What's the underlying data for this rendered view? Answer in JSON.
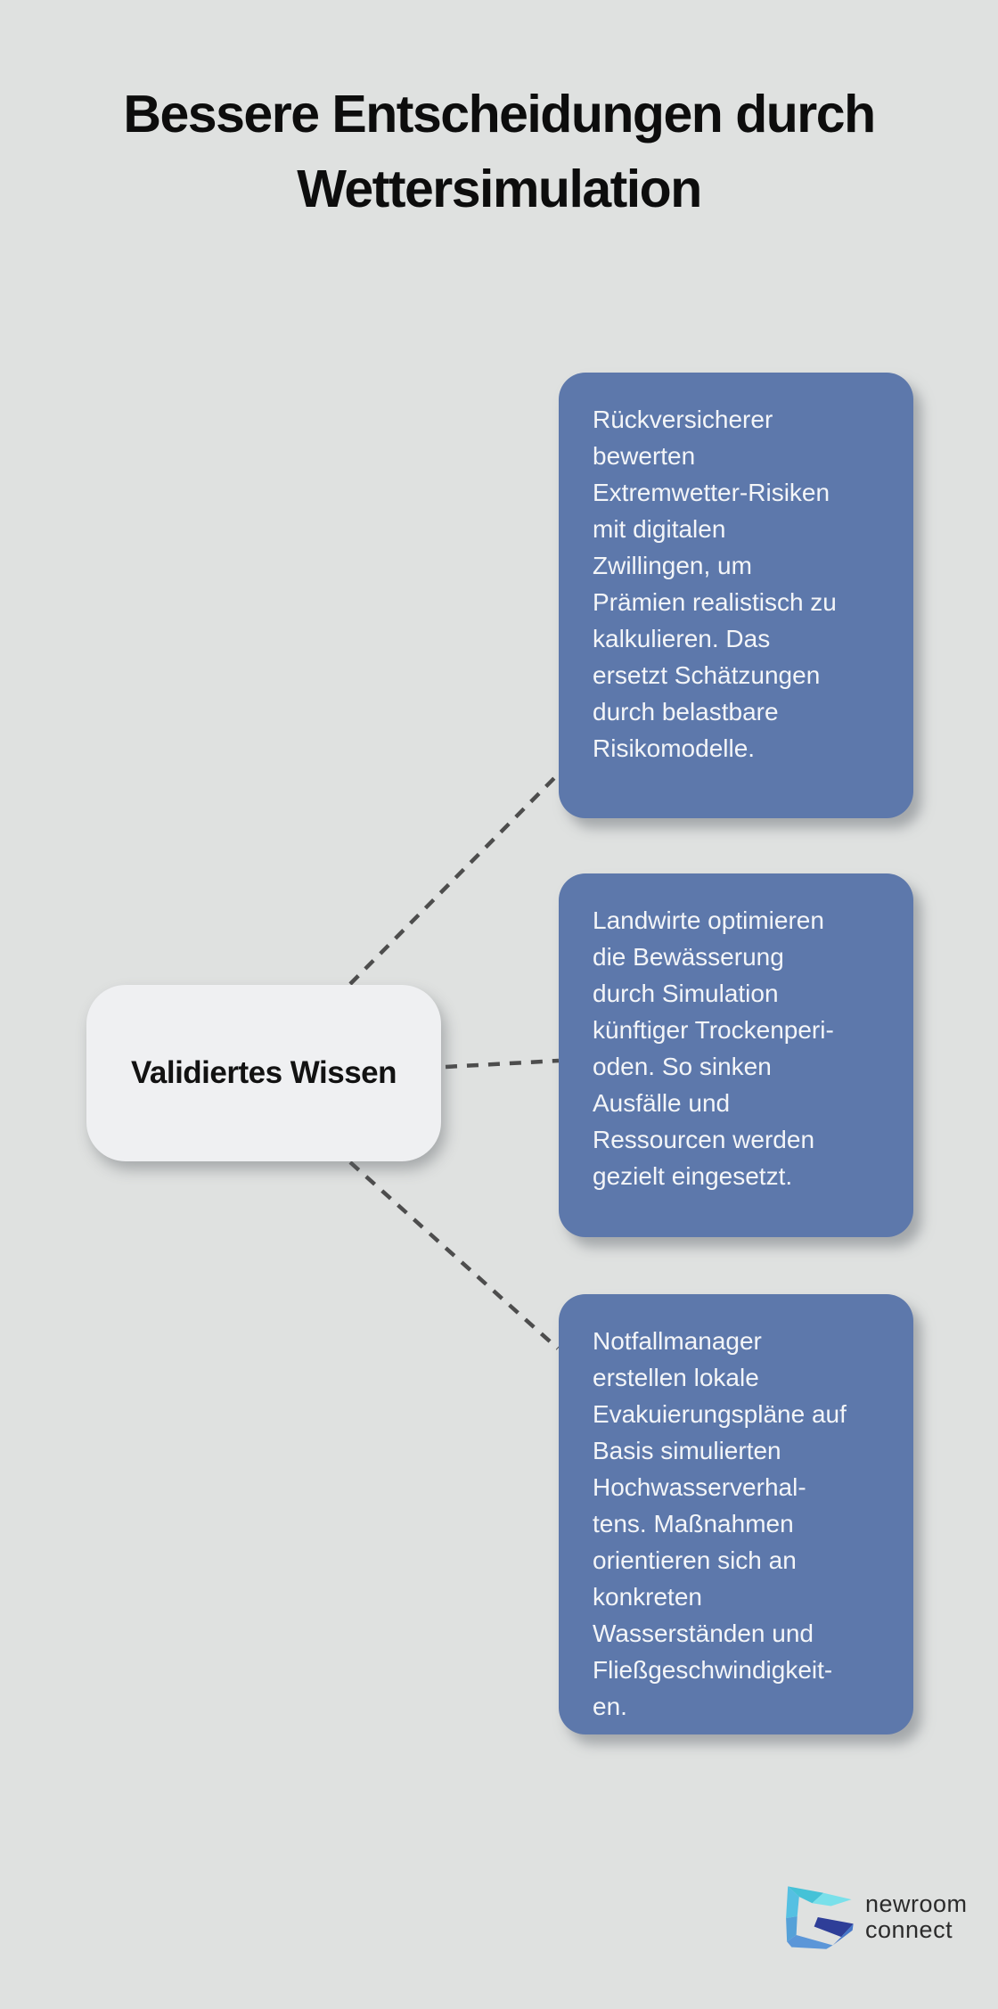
{
  "title": "Bessere Entscheidungen durch\nWettersimulation",
  "center_node": {
    "label": "Validiertes Wissen"
  },
  "cards": [
    {
      "text": "Rückversicherer\nbewerten\nExtremwetter-Risiken\nmit digitalen\nZwillingen, um\nPrämien realistisch zu\nkalkulieren. Das\nersetzt Schätzungen\ndurch belastbare\nRisikomodelle."
    },
    {
      "text": "Landwirte optimieren\ndie Bewässerung\ndurch Simulation\nkünftiger Trockenperi-\noden. So sinken\nAusfälle und\nRessourcen werden\ngezielt eingesetzt."
    },
    {
      "text": "Notfallmanager\nerstellen lokale\nEvakuierungspläne auf\nBasis simulierten\nHochwasserverhal-\ntens. Maßnahmen\norientieren sich an\nkonkreten\nWasserständen und\nFließgeschwindigkeit-\nen."
    }
  ],
  "logo": {
    "line1": "newroom",
    "line2": "connect"
  },
  "colors": {
    "background": "#dfe1e0",
    "card_background": "#5d78ab",
    "card_text": "#f3f5f8",
    "node_background": "#eff0f2",
    "node_text": "#121212",
    "title_text": "#0d0d0d",
    "connector": "#4d4d4d",
    "logo_text": "#2b2b2b",
    "logo_teal": "#45c2d7",
    "logo_cyan": "#79e0ea",
    "logo_navy": "#2e3e98",
    "logo_blue": "#5b96d8"
  }
}
